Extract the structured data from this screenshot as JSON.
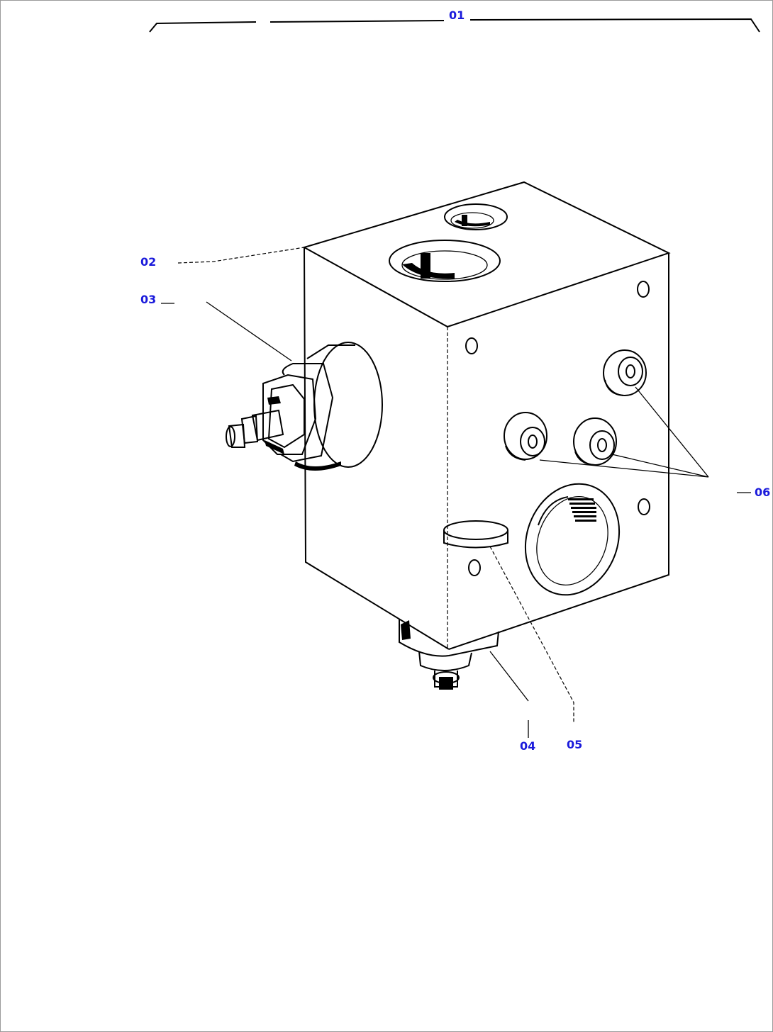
{
  "diagram": {
    "callouts": [
      {
        "id": "c01",
        "label": "01"
      },
      {
        "id": "c02",
        "label": "02"
      },
      {
        "id": "c03",
        "label": "03"
      },
      {
        "id": "c04",
        "label": "04"
      },
      {
        "id": "c05",
        "label": "05"
      },
      {
        "id": "c06",
        "label": "06"
      }
    ],
    "colors": {
      "callout_text": "#1a1adb",
      "line_art": "#000000",
      "background": "#ffffff"
    }
  }
}
